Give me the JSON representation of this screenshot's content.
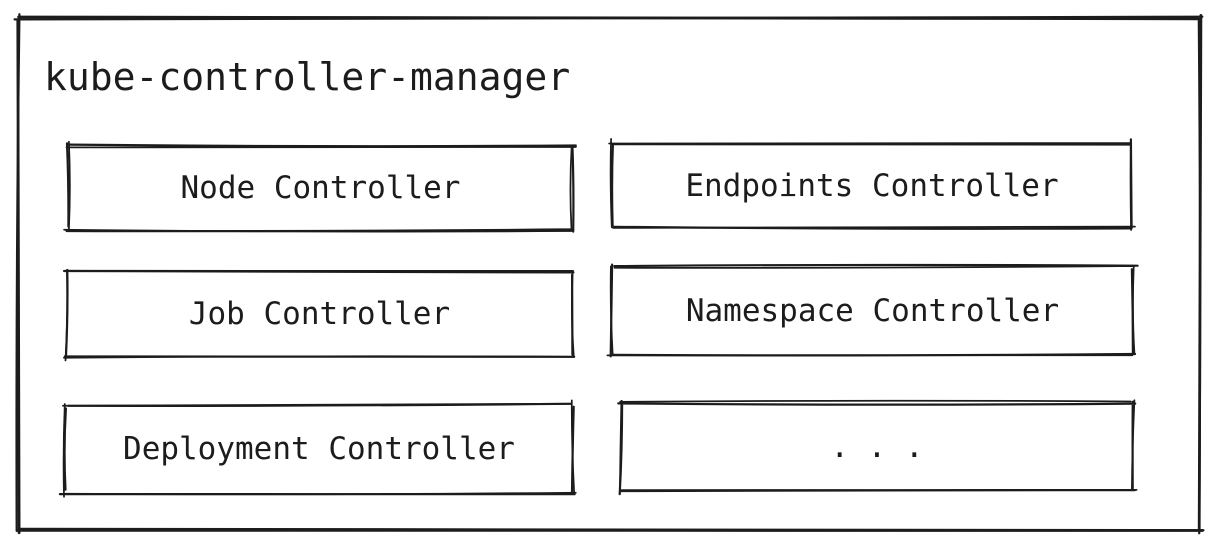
{
  "diagram": {
    "title": "kube-controller-manager",
    "boxes": [
      {
        "label": "Node Controller"
      },
      {
        "label": "Endpoints Controller"
      },
      {
        "label": "Job Controller"
      },
      {
        "label": "Namespace Controller"
      },
      {
        "label": "Deployment Controller"
      },
      {
        "label": ". . ."
      }
    ],
    "colors": {
      "stroke": "#1c1c1c",
      "text": "#1c1c1c",
      "background": "#ffffff"
    }
  }
}
